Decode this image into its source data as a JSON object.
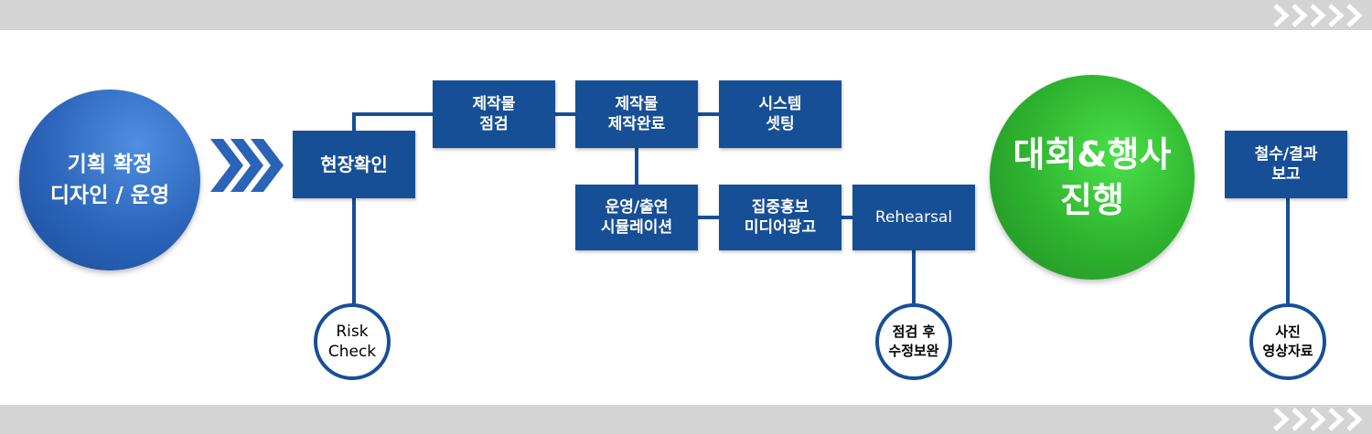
{
  "banner": {
    "arrow_icon": "chevron-right-icon"
  },
  "flow_arrow_icon": "triple-chevron-right-icon",
  "colors": {
    "box_blue": "#174f97",
    "plan_circle_blue": "#2a63b8",
    "event_circle_green": "#2fb52f",
    "band_gray": "#d4d4d4"
  },
  "plan": {
    "label": "기획 확정\n디자인 / 운영"
  },
  "site_check": {
    "label": "현장확인"
  },
  "risk_check": {
    "label": "Risk\nCheck"
  },
  "steps": {
    "inspection": "제작물\n점검",
    "production_done": "제작물\n제작완료",
    "system_setting": "시스템\n셋팅",
    "simulation": "운영/출연\n시뮬레이션",
    "promotion": "집중홍보\n미디어광고",
    "rehearsal": "Rehearsal"
  },
  "post_rehearsal": {
    "label": "점검 후\n수정보완"
  },
  "event": {
    "label": "대회&행사\n진행"
  },
  "withdraw": {
    "label": "철수/결과\n보고"
  },
  "media": {
    "label": "사진\n영상자료"
  }
}
